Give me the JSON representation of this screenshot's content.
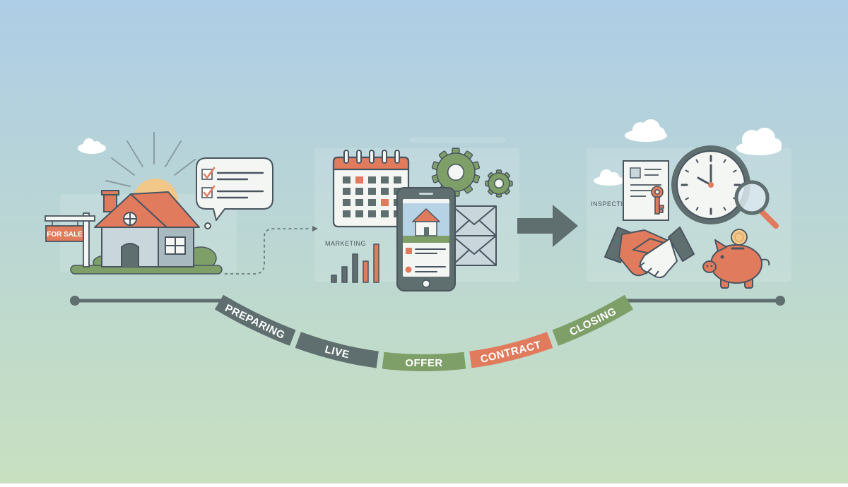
{
  "colors": {
    "sky_top": "#aecde6",
    "sky_bottom": "#c8e0c0",
    "outline": "#4a5560",
    "slate": "#5f6e6e",
    "coral": "#e07b5d",
    "sage": "#7f9f69",
    "paper": "#f4f6f3",
    "house_wall": "#c9d6dc",
    "gold": "#f2c88a"
  },
  "sign": {
    "label": "FOR SALE"
  },
  "labels": {
    "marketing": "MARKETING",
    "inspection": "INSPECTION"
  },
  "stages": [
    {
      "label": "PREPARING",
      "color": "#5f6e6e"
    },
    {
      "label": "LIVE",
      "color": "#5f6e6e"
    },
    {
      "label": "OFFER",
      "color": "#7f9f69"
    },
    {
      "label": "CONTRACT",
      "color": "#e07b5d"
    },
    {
      "label": "CLOSING",
      "color": "#7f9f69"
    }
  ],
  "icons": {
    "left": [
      "for-sale-sign-icon",
      "house-icon",
      "sun-icon",
      "checklist-bubble-icon",
      "bush-icon"
    ],
    "middle": [
      "calendar-icon",
      "gear-icon",
      "smartphone-listing-icon",
      "envelope-icon",
      "bar-chart-icon"
    ],
    "right": [
      "document-icon",
      "key-icon",
      "clock-icon",
      "magnifier-icon",
      "handshake-icon",
      "piggy-bank-icon",
      "coin-icon"
    ],
    "connectors": [
      "dashed-arrow-icon",
      "right-arrow-icon"
    ]
  }
}
